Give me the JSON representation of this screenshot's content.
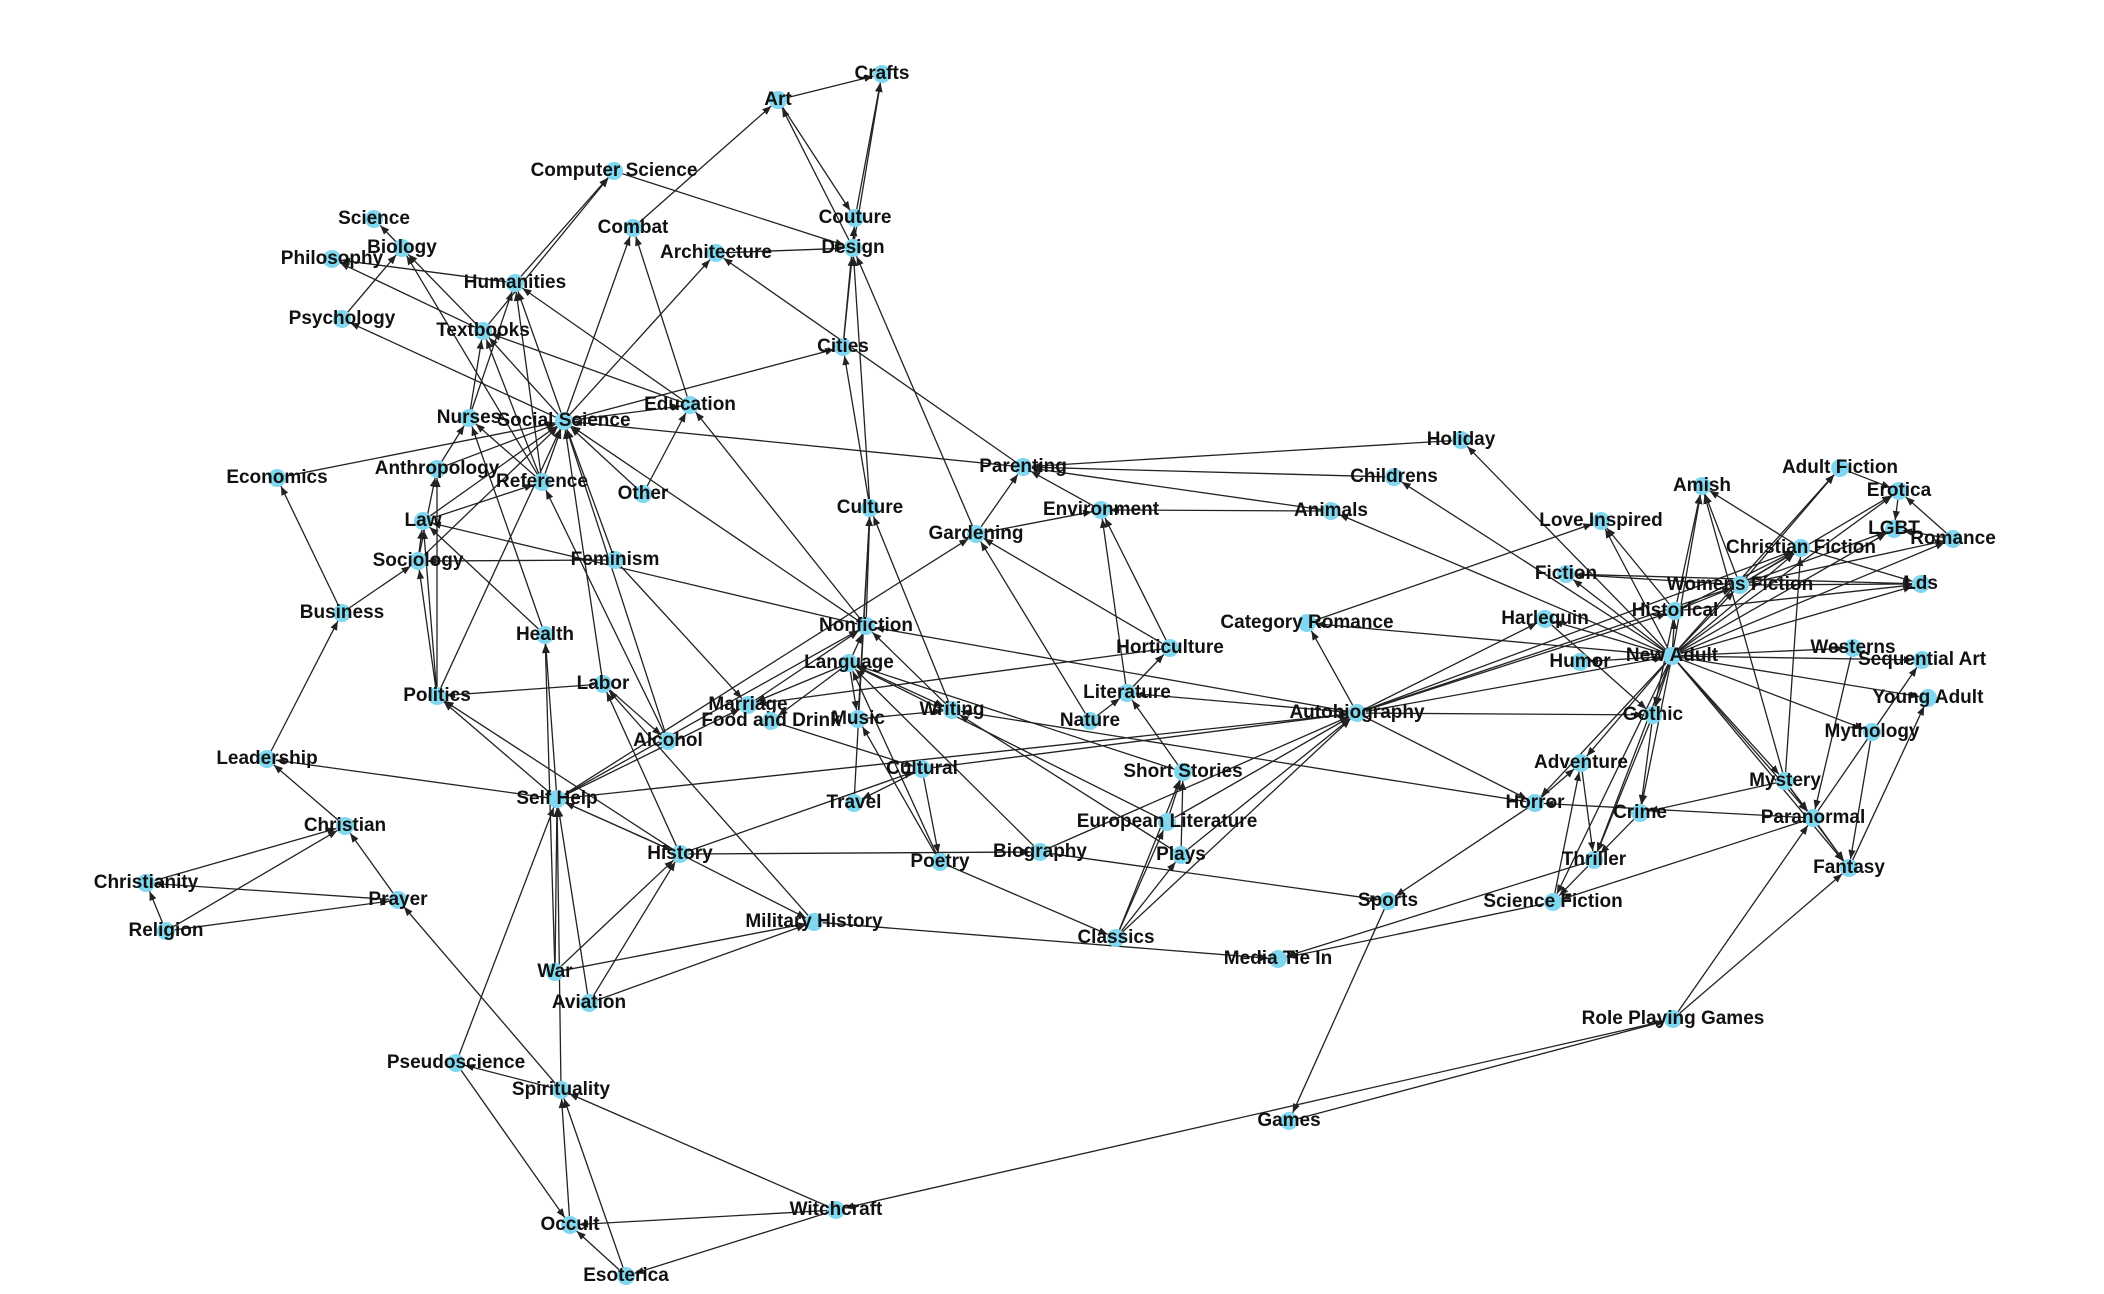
{
  "colors": {
    "node": "#7fd8ef",
    "edge": "#222222",
    "label": "#111111"
  },
  "nodes": [
    {
      "id": "crafts",
      "label": "Crafts"
    },
    {
      "id": "art",
      "label": "Art"
    },
    {
      "id": "computer-science",
      "label": "Computer Science"
    },
    {
      "id": "couture",
      "label": "Couture"
    },
    {
      "id": "science",
      "label": "Science"
    },
    {
      "id": "combat",
      "label": "Combat"
    },
    {
      "id": "architecture",
      "label": "Architecture"
    },
    {
      "id": "design",
      "label": "Design"
    },
    {
      "id": "biology",
      "label": "Biology"
    },
    {
      "id": "philosophy",
      "label": "Philosophy"
    },
    {
      "id": "humanities",
      "label": "Humanities"
    },
    {
      "id": "psychology",
      "label": "Psychology"
    },
    {
      "id": "textbooks",
      "label": "Textbooks"
    },
    {
      "id": "cities",
      "label": "Cities"
    },
    {
      "id": "education",
      "label": "Education"
    },
    {
      "id": "nurses",
      "label": "Nurses"
    },
    {
      "id": "social-science",
      "label": "Social Science"
    },
    {
      "id": "holiday",
      "label": "Holiday"
    },
    {
      "id": "economics",
      "label": "Economics"
    },
    {
      "id": "anthropology",
      "label": "Anthropology"
    },
    {
      "id": "reference",
      "label": "Reference"
    },
    {
      "id": "other",
      "label": "Other"
    },
    {
      "id": "parenting",
      "label": "Parenting"
    },
    {
      "id": "childrens",
      "label": "Childrens"
    },
    {
      "id": "adult-fiction",
      "label": "Adult Fiction"
    },
    {
      "id": "amish",
      "label": "Amish"
    },
    {
      "id": "erotica",
      "label": "Erotica"
    },
    {
      "id": "culture",
      "label": "Culture"
    },
    {
      "id": "environment",
      "label": "Environment"
    },
    {
      "id": "animals",
      "label": "Animals"
    },
    {
      "id": "law",
      "label": "Law"
    },
    {
      "id": "love-inspired",
      "label": "Love Inspired"
    },
    {
      "id": "lgbt",
      "label": "LGBT"
    },
    {
      "id": "gardening",
      "label": "Gardening"
    },
    {
      "id": "romance",
      "label": "Romance"
    },
    {
      "id": "christian-fiction",
      "label": "Christian Fiction"
    },
    {
      "id": "sociology",
      "label": "Sociology"
    },
    {
      "id": "feminism",
      "label": "Feminism"
    },
    {
      "id": "fiction",
      "label": "Fiction"
    },
    {
      "id": "womens-fiction",
      "label": "Womens Fiction"
    },
    {
      "id": "lds",
      "label": "Lds"
    },
    {
      "id": "historical",
      "label": "Historical"
    },
    {
      "id": "business",
      "label": "Business"
    },
    {
      "id": "nonfiction",
      "label": "Nonfiction"
    },
    {
      "id": "category-romance",
      "label": "Category Romance"
    },
    {
      "id": "harlequin",
      "label": "Harlequin"
    },
    {
      "id": "health",
      "label": "Health"
    },
    {
      "id": "horticulture",
      "label": "Horticulture"
    },
    {
      "id": "westerns",
      "label": "Westerns"
    },
    {
      "id": "language",
      "label": "Language"
    },
    {
      "id": "humor",
      "label": "Humor"
    },
    {
      "id": "new-adult",
      "label": "New Adult"
    },
    {
      "id": "sequential-art",
      "label": "Sequential Art"
    },
    {
      "id": "labor",
      "label": "Labor"
    },
    {
      "id": "politics",
      "label": "Politics"
    },
    {
      "id": "literature",
      "label": "Literature"
    },
    {
      "id": "young-adult",
      "label": "Young Adult"
    },
    {
      "id": "marriage",
      "label": "Marriage"
    },
    {
      "id": "writing",
      "label": "Writing"
    },
    {
      "id": "autobiography",
      "label": "Autobiography"
    },
    {
      "id": "gothic",
      "label": "Gothic"
    },
    {
      "id": "music",
      "label": "Music"
    },
    {
      "id": "food-and-drink",
      "label": "Food and Drink"
    },
    {
      "id": "nature",
      "label": "Nature"
    },
    {
      "id": "alcohol",
      "label": "Alcohol"
    },
    {
      "id": "mythology",
      "label": "Mythology"
    },
    {
      "id": "leadership",
      "label": "Leadership"
    },
    {
      "id": "adventure",
      "label": "Adventure"
    },
    {
      "id": "cultural",
      "label": "Cultural"
    },
    {
      "id": "short-stories",
      "label": "Short Stories"
    },
    {
      "id": "mystery",
      "label": "Mystery"
    },
    {
      "id": "self-help",
      "label": "Self Help"
    },
    {
      "id": "travel",
      "label": "Travel"
    },
    {
      "id": "horror",
      "label": "Horror"
    },
    {
      "id": "crime",
      "label": "Crime"
    },
    {
      "id": "christian",
      "label": "Christian"
    },
    {
      "id": "paranormal",
      "label": "Paranormal"
    },
    {
      "id": "european-literature",
      "label": "European Literature"
    },
    {
      "id": "plays",
      "label": "Plays"
    },
    {
      "id": "history",
      "label": "History"
    },
    {
      "id": "biography",
      "label": "Biography"
    },
    {
      "id": "poetry",
      "label": "Poetry"
    },
    {
      "id": "thriller",
      "label": "Thriller"
    },
    {
      "id": "fantasy",
      "label": "Fantasy"
    },
    {
      "id": "christianity",
      "label": "Christianity"
    },
    {
      "id": "prayer",
      "label": "Prayer"
    },
    {
      "id": "sports",
      "label": "Sports"
    },
    {
      "id": "science-fiction",
      "label": "Science Fiction"
    },
    {
      "id": "military-history",
      "label": "Military History"
    },
    {
      "id": "religion",
      "label": "Religion"
    },
    {
      "id": "classics",
      "label": "Classics"
    },
    {
      "id": "media-tie-in",
      "label": "Media Tie In"
    },
    {
      "id": "war",
      "label": "War"
    },
    {
      "id": "aviation",
      "label": "Aviation"
    },
    {
      "id": "role-playing-games",
      "label": "Role Playing Games"
    },
    {
      "id": "pseudoscience",
      "label": "Pseudoscience"
    },
    {
      "id": "spirituality",
      "label": "Spirituality"
    },
    {
      "id": "games",
      "label": "Games"
    },
    {
      "id": "witchcraft",
      "label": "Witchcraft"
    },
    {
      "id": "occult",
      "label": "Occult"
    },
    {
      "id": "esoterica",
      "label": "Esoterica"
    }
  ],
  "edges": [
    [
      "art",
      "crafts"
    ],
    [
      "couture",
      "crafts"
    ],
    [
      "design",
      "crafts"
    ],
    [
      "art",
      "couture"
    ],
    [
      "design",
      "art"
    ],
    [
      "combat",
      "art"
    ],
    [
      "design",
      "couture"
    ],
    [
      "architecture",
      "design"
    ],
    [
      "computer-science",
      "design"
    ],
    [
      "cities",
      "design"
    ],
    [
      "culture",
      "design"
    ],
    [
      "gardening",
      "design"
    ],
    [
      "cities",
      "couture"
    ],
    [
      "humanities",
      "computer-science"
    ],
    [
      "textbooks",
      "computer-science"
    ],
    [
      "biology",
      "science"
    ],
    [
      "psychology",
      "biology"
    ],
    [
      "humanities",
      "philosophy"
    ],
    [
      "textbooks",
      "philosophy"
    ],
    [
      "social-science",
      "psychology"
    ],
    [
      "education",
      "textbooks"
    ],
    [
      "textbooks",
      "biology"
    ],
    [
      "social-science",
      "textbooks"
    ],
    [
      "nurses",
      "textbooks"
    ],
    [
      "reference",
      "textbooks"
    ],
    [
      "reference",
      "humanities"
    ],
    [
      "social-science",
      "humanities"
    ],
    [
      "education",
      "humanities"
    ],
    [
      "nurses",
      "humanities"
    ],
    [
      "social-science",
      "combat"
    ],
    [
      "education",
      "combat"
    ],
    [
      "social-science",
      "architecture"
    ],
    [
      "parenting",
      "architecture"
    ],
    [
      "social-science",
      "cities"
    ],
    [
      "social-science",
      "education"
    ],
    [
      "other",
      "education"
    ],
    [
      "nonfiction",
      "education"
    ],
    [
      "parenting",
      "social-science"
    ],
    [
      "economics",
      "social-science"
    ],
    [
      "law",
      "social-science"
    ],
    [
      "sociology",
      "social-science"
    ],
    [
      "feminism",
      "social-science"
    ],
    [
      "labor",
      "social-science"
    ],
    [
      "politics",
      "social-science"
    ],
    [
      "other",
      "social-science"
    ],
    [
      "alcohol",
      "social-science"
    ],
    [
      "nonfiction",
      "social-science"
    ],
    [
      "reference",
      "social-science"
    ],
    [
      "anthropology",
      "social-science"
    ],
    [
      "anthropology",
      "nurses"
    ],
    [
      "health",
      "nurses"
    ],
    [
      "reference",
      "nurses"
    ],
    [
      "reference",
      "biology"
    ],
    [
      "alcohol",
      "reference"
    ],
    [
      "law",
      "reference"
    ],
    [
      "business",
      "economics"
    ],
    [
      "sociology",
      "anthropology"
    ],
    [
      "politics",
      "anthropology"
    ],
    [
      "politics",
      "law"
    ],
    [
      "sociology",
      "law"
    ],
    [
      "health",
      "law"
    ],
    [
      "nonfiction",
      "law"
    ],
    [
      "business",
      "sociology"
    ],
    [
      "politics",
      "sociology"
    ],
    [
      "feminism",
      "sociology"
    ],
    [
      "leadership",
      "business"
    ],
    [
      "christian",
      "leadership"
    ],
    [
      "self-help",
      "leadership"
    ],
    [
      "self-help",
      "politics"
    ],
    [
      "labor",
      "politics"
    ],
    [
      "history",
      "politics"
    ],
    [
      "self-help",
      "health"
    ],
    [
      "war",
      "health"
    ],
    [
      "history",
      "labor"
    ],
    [
      "military-history",
      "labor"
    ],
    [
      "labor",
      "alcohol"
    ],
    [
      "childrens",
      "parenting"
    ],
    [
      "holiday",
      "parenting"
    ],
    [
      "animals",
      "parenting"
    ],
    [
      "gardening",
      "parenting"
    ],
    [
      "environment",
      "parenting"
    ],
    [
      "culture",
      "cities"
    ],
    [
      "nonfiction",
      "culture"
    ],
    [
      "music",
      "culture"
    ],
    [
      "travel",
      "culture"
    ],
    [
      "writing",
      "culture"
    ],
    [
      "horticulture",
      "environment"
    ],
    [
      "animals",
      "environment"
    ],
    [
      "gardening",
      "environment"
    ],
    [
      "nature",
      "gardening"
    ],
    [
      "horticulture",
      "gardening"
    ],
    [
      "new-adult",
      "childrens"
    ],
    [
      "new-adult",
      "holiday"
    ],
    [
      "new-adult",
      "animals"
    ],
    [
      "literature",
      "environment"
    ],
    [
      "language",
      "nonfiction"
    ],
    [
      "autobiography",
      "nonfiction"
    ],
    [
      "writing",
      "nonfiction"
    ],
    [
      "horticulture",
      "marriage"
    ],
    [
      "literature",
      "horticulture"
    ],
    [
      "feminism",
      "marriage"
    ],
    [
      "language",
      "marriage"
    ],
    [
      "self-help",
      "marriage"
    ],
    [
      "self-help",
      "nonfiction"
    ],
    [
      "self-help",
      "gardening"
    ],
    [
      "language",
      "music"
    ],
    [
      "language",
      "writing"
    ],
    [
      "music",
      "writing"
    ],
    [
      "language",
      "food-and-drink"
    ],
    [
      "food-and-drink",
      "cultural"
    ],
    [
      "nature",
      "literature"
    ],
    [
      "short-stories",
      "literature"
    ],
    [
      "autobiography",
      "literature"
    ],
    [
      "cultural",
      "travel"
    ],
    [
      "cultural",
      "autobiography"
    ],
    [
      "history",
      "cultural"
    ],
    [
      "cultural",
      "poetry"
    ],
    [
      "short-stories",
      "language"
    ],
    [
      "european-literature",
      "language"
    ],
    [
      "biography",
      "language"
    ],
    [
      "poetry",
      "language"
    ],
    [
      "poetry",
      "music"
    ],
    [
      "plays",
      "writing"
    ],
    [
      "horror",
      "writing"
    ],
    [
      "european-literature",
      "short-stories"
    ],
    [
      "plays",
      "short-stories"
    ],
    [
      "classics",
      "short-stories"
    ],
    [
      "classics",
      "european-literature"
    ],
    [
      "classics",
      "plays"
    ],
    [
      "plays",
      "autobiography"
    ],
    [
      "european-literature",
      "autobiography"
    ],
    [
      "classics",
      "autobiography"
    ],
    [
      "biography",
      "autobiography"
    ],
    [
      "poetry",
      "classics"
    ],
    [
      "history",
      "biography"
    ],
    [
      "biography",
      "sports"
    ],
    [
      "history",
      "military-history"
    ],
    [
      "self-help",
      "history"
    ],
    [
      "war",
      "history"
    ],
    [
      "aviation",
      "history"
    ],
    [
      "military-history",
      "media-tie-in"
    ],
    [
      "war",
      "military-history"
    ],
    [
      "aviation",
      "military-history"
    ],
    [
      "aviation",
      "self-help"
    ],
    [
      "war",
      "self-help"
    ],
    [
      "spirituality",
      "self-help"
    ],
    [
      "pseudoscience",
      "self-help"
    ],
    [
      "prayer",
      "christian"
    ],
    [
      "christianity",
      "christian"
    ],
    [
      "religion",
      "christian"
    ],
    [
      "religion",
      "christianity"
    ],
    [
      "prayer",
      "christianity"
    ],
    [
      "religion",
      "prayer"
    ],
    [
      "spirituality",
      "prayer"
    ],
    [
      "pseudoscience",
      "occult"
    ],
    [
      "spirituality",
      "pseudoscience"
    ],
    [
      "occult",
      "spirituality"
    ],
    [
      "esoterica",
      "spirituality"
    ],
    [
      "witchcraft",
      "spirituality"
    ],
    [
      "esoterica",
      "occult"
    ],
    [
      "witchcraft",
      "occult"
    ],
    [
      "witchcraft",
      "esoterica"
    ],
    [
      "role-playing-games",
      "witchcraft"
    ],
    [
      "sports",
      "games"
    ],
    [
      "games",
      "role-playing-games"
    ],
    [
      "science-fiction",
      "media-tie-in"
    ],
    [
      "thriller",
      "media-tie-in"
    ],
    [
      "horror",
      "sports"
    ],
    [
      "autobiography",
      "category-romance"
    ],
    [
      "autobiography",
      "harlequin"
    ],
    [
      "autobiography",
      "historical"
    ],
    [
      "autobiography",
      "womens-fiction"
    ],
    [
      "autobiography",
      "new-adult"
    ],
    [
      "autobiography",
      "gothic"
    ],
    [
      "autobiography",
      "horror"
    ],
    [
      "autobiography",
      "christian-fiction"
    ],
    [
      "self-help",
      "autobiography"
    ],
    [
      "category-romance",
      "love-inspired"
    ],
    [
      "new-adult",
      "category-romance"
    ],
    [
      "new-adult",
      "harlequin"
    ],
    [
      "new-adult",
      "love-inspired"
    ],
    [
      "new-adult",
      "fiction"
    ],
    [
      "new-adult",
      "amish"
    ],
    [
      "new-adult",
      "adult-fiction"
    ],
    [
      "new-adult",
      "erotica"
    ],
    [
      "new-adult",
      "lgbt"
    ],
    [
      "new-adult",
      "romance"
    ],
    [
      "new-adult",
      "christian-fiction"
    ],
    [
      "new-adult",
      "lds"
    ],
    [
      "new-adult",
      "womens-fiction"
    ],
    [
      "new-adult",
      "historical"
    ],
    [
      "new-adult",
      "westerns"
    ],
    [
      "new-adult",
      "sequential-art"
    ],
    [
      "new-adult",
      "young-adult"
    ],
    [
      "new-adult",
      "mythology"
    ],
    [
      "new-adult",
      "gothic"
    ],
    [
      "new-adult",
      "humor"
    ],
    [
      "new-adult",
      "adventure"
    ],
    [
      "new-adult",
      "crime"
    ],
    [
      "new-adult",
      "thriller"
    ],
    [
      "new-adult",
      "mystery"
    ],
    [
      "new-adult",
      "paranormal"
    ],
    [
      "new-adult",
      "fantasy"
    ],
    [
      "new-adult",
      "science-fiction"
    ],
    [
      "new-adult",
      "horror"
    ],
    [
      "historical",
      "amish"
    ],
    [
      "historical",
      "christian-fiction"
    ],
    [
      "historical",
      "womens-fiction"
    ],
    [
      "historical",
      "lds"
    ],
    [
      "historical",
      "love-inspired"
    ],
    [
      "womens-fiction",
      "amish"
    ],
    [
      "womens-fiction",
      "adult-fiction"
    ],
    [
      "womens-fiction",
      "erotica"
    ],
    [
      "womens-fiction",
      "lgbt"
    ],
    [
      "womens-fiction",
      "romance"
    ],
    [
      "womens-fiction",
      "lds"
    ],
    [
      "womens-fiction",
      "christian-fiction"
    ],
    [
      "womens-fiction",
      "fiction"
    ],
    [
      "christian-fiction",
      "amish"
    ],
    [
      "christian-fiction",
      "lds"
    ],
    [
      "erotica",
      "lgbt"
    ],
    [
      "romance",
      "erotica"
    ],
    [
      "romance",
      "lgbt"
    ],
    [
      "adult-fiction",
      "erotica"
    ],
    [
      "fiction",
      "lds"
    ],
    [
      "harlequin",
      "gothic"
    ],
    [
      "historical",
      "gothic"
    ],
    [
      "gothic",
      "crime"
    ],
    [
      "gothic",
      "thriller"
    ],
    [
      "adventure",
      "thriller"
    ],
    [
      "crime",
      "thriller"
    ],
    [
      "thriller",
      "science-fiction"
    ],
    [
      "mystery",
      "crime"
    ],
    [
      "mystery",
      "paranormal"
    ],
    [
      "mystery",
      "fantasy"
    ],
    [
      "paranormal",
      "horror"
    ],
    [
      "paranormal",
      "fantasy"
    ],
    [
      "paranormal",
      "sequential-art"
    ],
    [
      "paranormal",
      "science-fiction"
    ],
    [
      "fantasy",
      "young-adult"
    ],
    [
      "mythology",
      "fantasy"
    ],
    [
      "role-playing-games",
      "paranormal"
    ],
    [
      "role-playing-games",
      "fantasy"
    ],
    [
      "westerns",
      "paranormal"
    ],
    [
      "mystery",
      "amish"
    ],
    [
      "mystery",
      "christian-fiction"
    ],
    [
      "horror",
      "adventure"
    ],
    [
      "science-fiction",
      "adventure"
    ],
    [
      "history",
      "self-help"
    ],
    [
      "marriage",
      "nonfiction"
    ]
  ]
}
